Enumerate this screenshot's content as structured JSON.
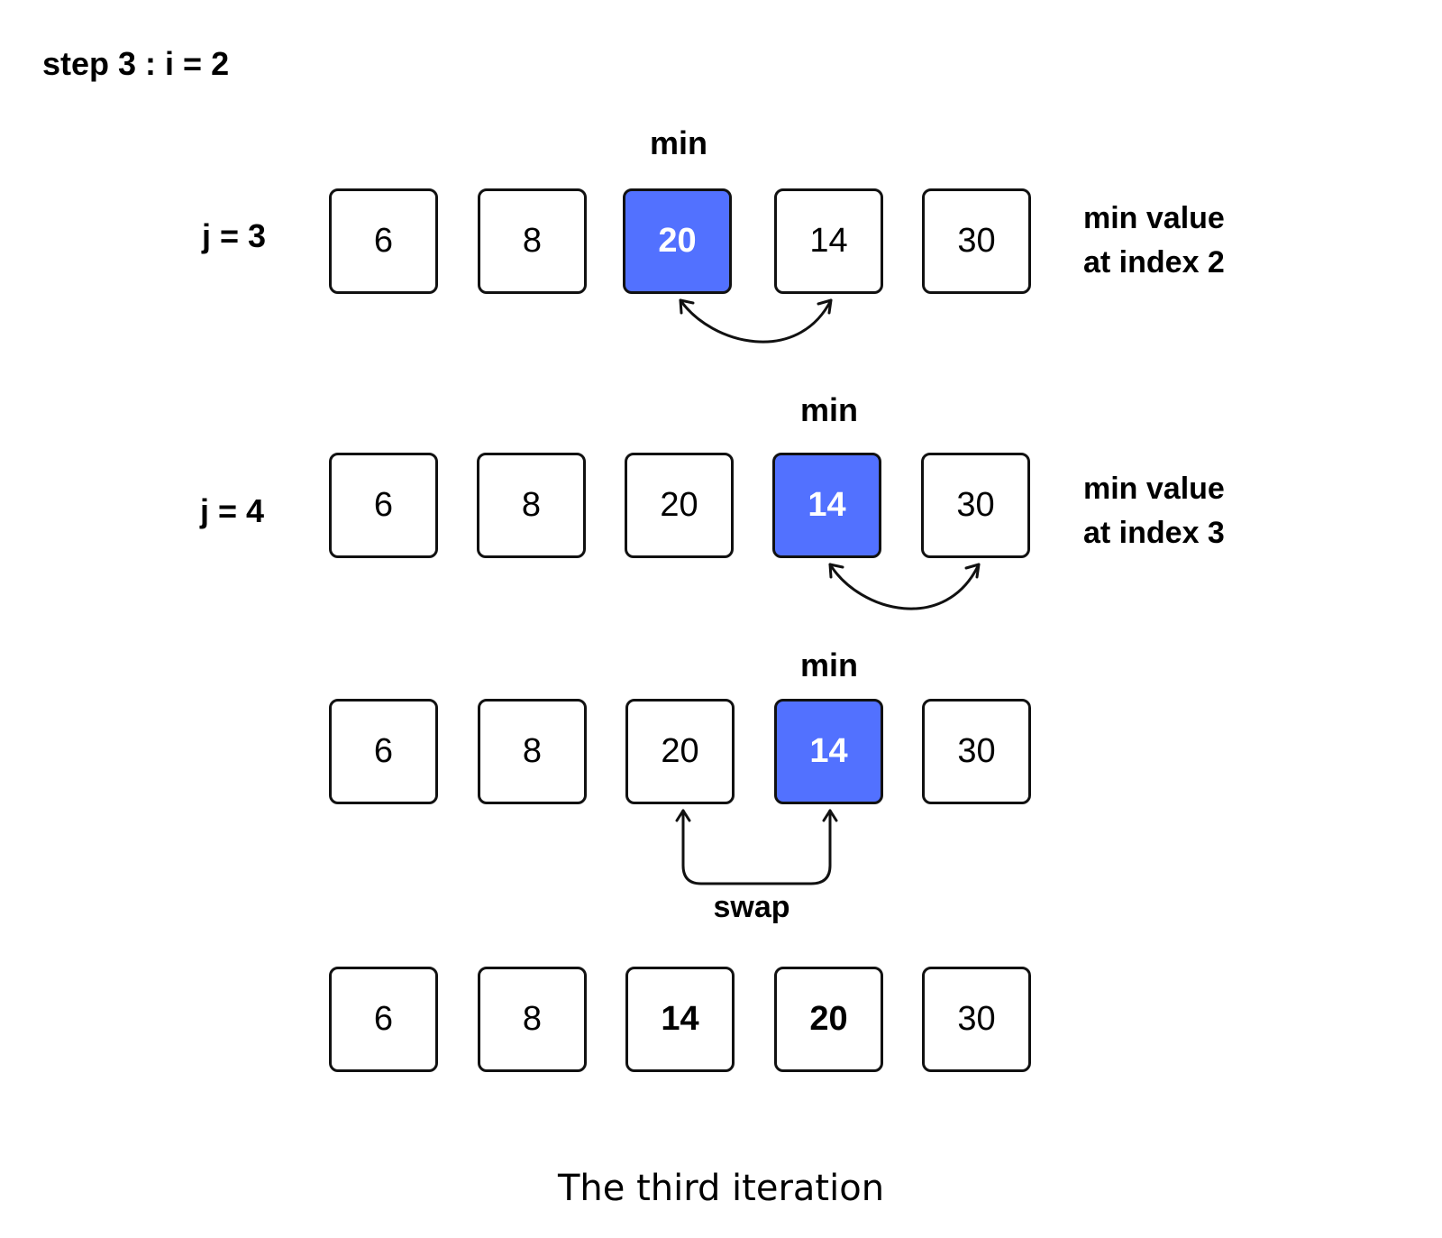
{
  "title": "step 3 : i = 2",
  "caption": "The third iteration",
  "colors": {
    "highlight": "#5271ff",
    "border": "#111111"
  },
  "rows": [
    {
      "j_label": "j = 3",
      "min_label": "min",
      "note": [
        "min value",
        "at index 2"
      ],
      "cells": [
        {
          "value": "6",
          "style": "normal"
        },
        {
          "value": "8",
          "style": "normal"
        },
        {
          "value": "20",
          "style": "highlight"
        },
        {
          "value": "14",
          "style": "normal"
        },
        {
          "value": "30",
          "style": "normal"
        }
      ]
    },
    {
      "j_label": "j = 4",
      "min_label": "min",
      "note": [
        "min value",
        "at index 3"
      ],
      "cells": [
        {
          "value": "6",
          "style": "normal"
        },
        {
          "value": "8",
          "style": "normal"
        },
        {
          "value": "20",
          "style": "normal"
        },
        {
          "value": "14",
          "style": "highlight"
        },
        {
          "value": "30",
          "style": "normal"
        }
      ]
    },
    {
      "min_label": "min",
      "swap_label": "swap",
      "cells": [
        {
          "value": "6",
          "style": "normal"
        },
        {
          "value": "8",
          "style": "normal"
        },
        {
          "value": "20",
          "style": "normal"
        },
        {
          "value": "14",
          "style": "highlight"
        },
        {
          "value": "30",
          "style": "normal"
        }
      ]
    },
    {
      "cells": [
        {
          "value": "6",
          "style": "normal"
        },
        {
          "value": "8",
          "style": "normal"
        },
        {
          "value": "14",
          "style": "bold"
        },
        {
          "value": "20",
          "style": "bold"
        },
        {
          "value": "30",
          "style": "normal"
        }
      ]
    }
  ]
}
